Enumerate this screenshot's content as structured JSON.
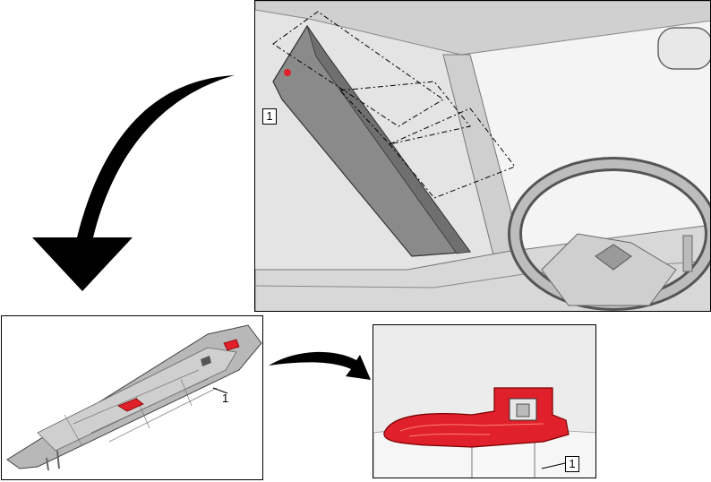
{
  "callouts": {
    "top_panel_label": "1",
    "bottom_left_label": "1",
    "bottom_right_label": "1"
  },
  "colors": {
    "clip_red": "#e0202a",
    "trim_gray": "#8e8e8e",
    "arrow_black": "#000000"
  }
}
